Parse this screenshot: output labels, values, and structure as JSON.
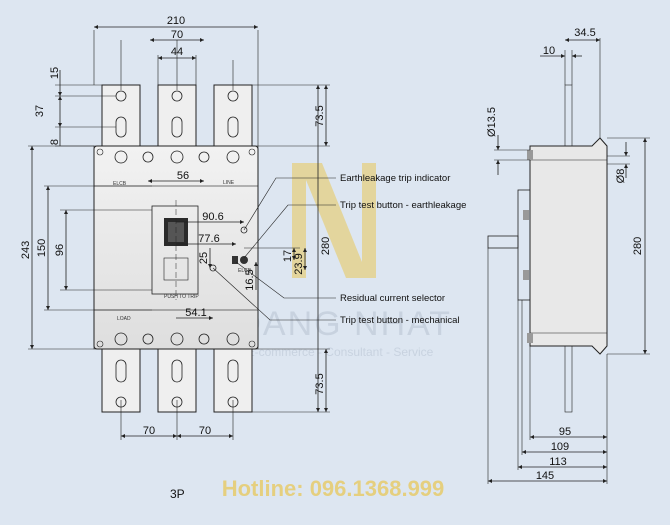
{
  "brand": {
    "watermark_name": "HOANG NHAT",
    "watermark_tagline": "E-commerce - Consultant - Service",
    "hotline": "Hotline: 096.1368.999",
    "accent_color": "#e8c85a"
  },
  "model": "3P",
  "front_view": {
    "dims": {
      "overall_width": "210",
      "pole_pitch": "70",
      "terminal_width": "44",
      "hole_top": "15",
      "slot_pitch": "37",
      "slot_bottom": "8",
      "terminal_height_top": "73.5",
      "terminal_height_bottom": "73.5",
      "body_height": "243",
      "mount_height": "150",
      "mount_spacing": "96",
      "handle_offset": "56",
      "trip_indicator_x": "90.6",
      "test_button_x": "77.6",
      "overall_height": "280",
      "handle_y": "25",
      "selector_y1": "17",
      "selector_y2": "23.9",
      "selector_y3": "16.5",
      "mech_button_x": "54.1",
      "bottom_pitch_left": "70",
      "bottom_pitch_right": "70"
    },
    "labels": {
      "line_top": "LINE",
      "line_bottom": "LOAD",
      "brand_plate": "ELCB",
      "push_to_trip": "PUSH TO TRIP"
    }
  },
  "callouts": [
    "Earthleakage trip indicator",
    "Trip test button - earthleakage",
    "Residual current selector",
    "Trip test button - mechanical"
  ],
  "side_view": {
    "dims": {
      "top_offset": "10",
      "top_width": "34.5",
      "hole_dia": "Ø13.5",
      "screw_dia": "Ø8",
      "height": "280",
      "depth_95": "95",
      "depth_109": "109",
      "depth_113": "113",
      "depth_145": "145"
    }
  }
}
